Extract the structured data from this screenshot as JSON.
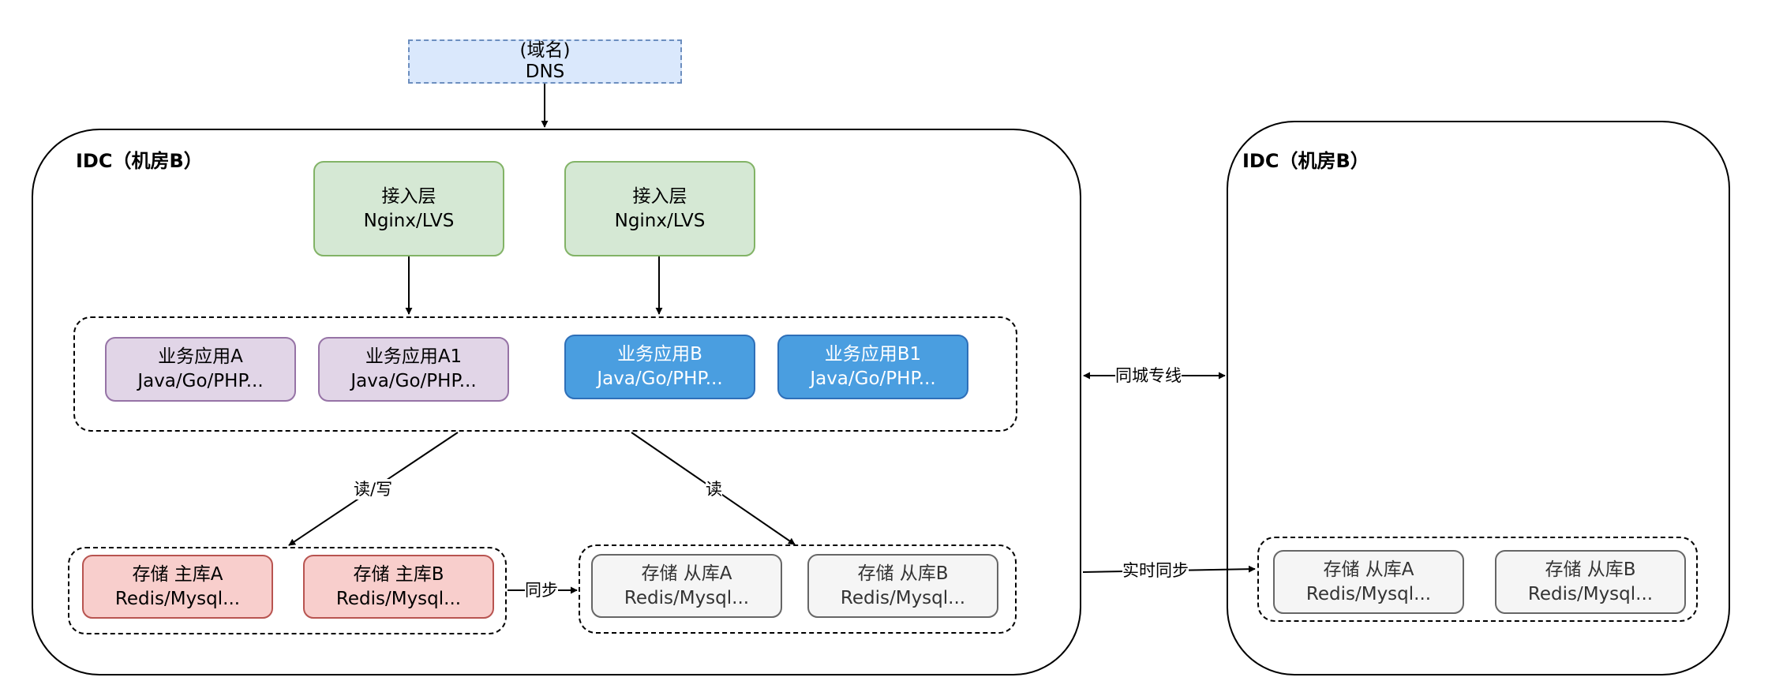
{
  "dns": {
    "line1": "(域名)",
    "line2": "DNS"
  },
  "idc_main": {
    "title": "IDC（机房B）",
    "access": [
      {
        "line1": "接入层",
        "line2": "Nginx/LVS"
      },
      {
        "line1": "接入层",
        "line2": "Nginx/LVS"
      }
    ],
    "apps": [
      {
        "line1": "业务应用A",
        "line2": "Java/Go/PHP..."
      },
      {
        "line1": "业务应用A1",
        "line2": "Java/Go/PHP..."
      },
      {
        "line1": "业务应用B",
        "line2": "Java/Go/PHP..."
      },
      {
        "line1": "业务应用B1",
        "line2": "Java/Go/PHP..."
      }
    ],
    "masters": [
      {
        "line1": "存储 主库A",
        "line2": "Redis/Mysql..."
      },
      {
        "line1": "存储 主库B",
        "line2": "Redis/Mysql..."
      }
    ],
    "slaves": [
      {
        "line1": "存储 从库A",
        "line2": "Redis/Mysql..."
      },
      {
        "line1": "存储 从库B",
        "line2": "Redis/Mysql..."
      }
    ]
  },
  "idc_remote": {
    "title": "IDC（机房B）",
    "slaves": [
      {
        "line1": "存储 从库A",
        "line2": "Redis/Mysql..."
      },
      {
        "line1": "存储 从库B",
        "line2": "Redis/Mysql..."
      }
    ]
  },
  "edges": {
    "read_write": "读/写",
    "read": "读",
    "sync": "同步",
    "same_city_line": "同城专线",
    "realtime_sync": "实时同步"
  },
  "colors": {
    "dns_fill": "#dae8fc",
    "dns_stroke": "#6c8ebf",
    "access_fill": "#d5e8d4",
    "access_stroke": "#82b366",
    "app_purple_fill": "#e1d5e7",
    "app_purple_stroke": "#9673a6",
    "app_blue_fill": "#4a9ee0",
    "app_blue_stroke": "#2e6fb8",
    "master_fill": "#f8cecc",
    "master_stroke": "#b85450",
    "slave_fill": "#f5f5f5",
    "slave_stroke": "#666666"
  }
}
